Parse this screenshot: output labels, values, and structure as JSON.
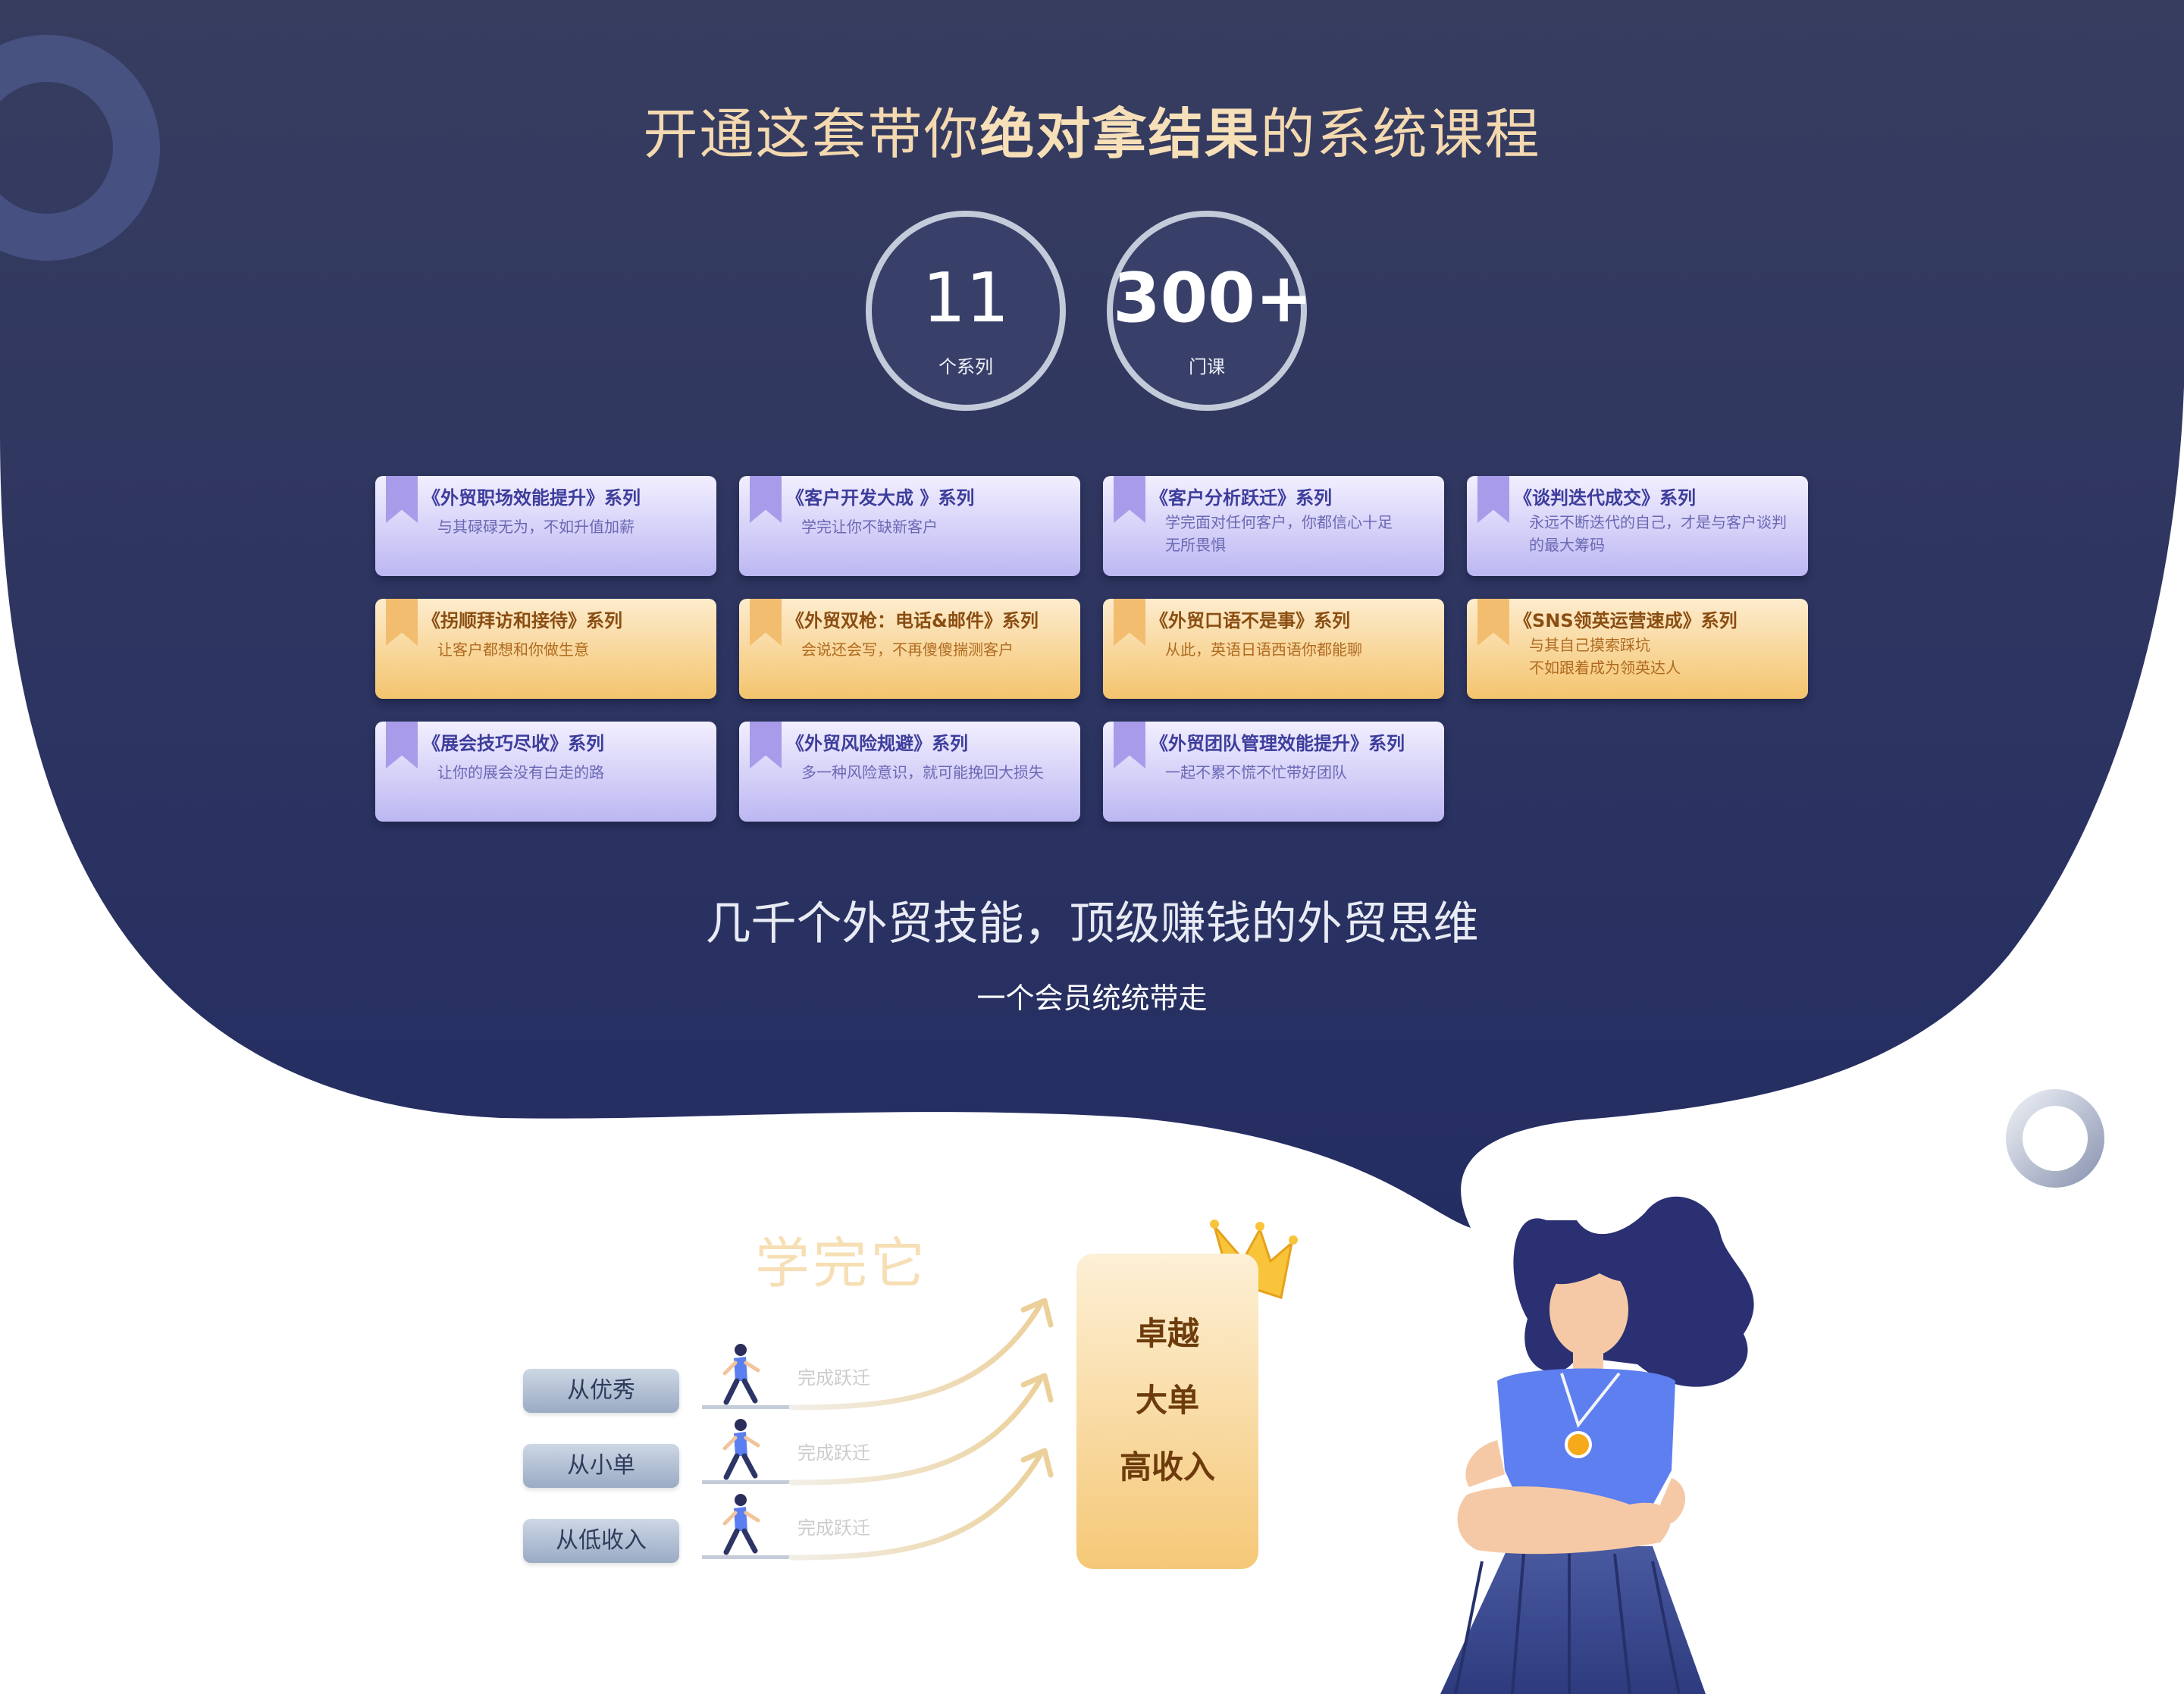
{
  "headline": {
    "part1": "开通这套带你",
    "emphasis": "绝对拿结果",
    "part2": "的系统课程"
  },
  "stats": [
    {
      "value": "11",
      "label": "个系列"
    },
    {
      "value": "300+",
      "label": "门课"
    }
  ],
  "courses": [
    {
      "title": "《外贸职场效能提升》系列",
      "line1": "与其碌碌无为，不如升值加薪",
      "line2": "",
      "theme": "purple"
    },
    {
      "title": "《客户开发大成 》系列",
      "line1": "学完让你不缺新客户",
      "line2": "",
      "theme": "purple"
    },
    {
      "title": "《客户分析跃迁》系列",
      "line1": "学完面对任何客户，你都信心十足",
      "line2": "无所畏惧",
      "theme": "purple"
    },
    {
      "title": "《谈判迭代成交》系列",
      "line1": "永远不断迭代的自己，才是与客户谈判",
      "line2": "的最大筹码",
      "theme": "purple"
    },
    {
      "title": "《拐顺拜访和接待》系列",
      "line1": "让客户都想和你做生意",
      "line2": "",
      "theme": "gold"
    },
    {
      "title": "《外贸双枪：电话&邮件》系列",
      "line1": "会说还会写，不再傻傻揣测客户",
      "line2": "",
      "theme": "gold"
    },
    {
      "title": "《外贸口语不是事》系列",
      "line1": "从此，英语日语西语你都能聊",
      "line2": "",
      "theme": "gold"
    },
    {
      "title": "《SNS领英运营速成》系列",
      "line1": "与其自己摸索踩坑",
      "line2": "不如跟着成为领英达人",
      "theme": "gold"
    },
    {
      "title": "《展会技巧尽收》系列",
      "line1": "让你的展会没有白走的路",
      "line2": "",
      "theme": "purple"
    },
    {
      "title": "《外贸风险规避》系列",
      "line1": "多一种风险意识，就可能挽回大损失",
      "line2": "",
      "theme": "purple"
    },
    {
      "title": "《外贸团队管理效能提升》系列",
      "line1": "一起不累不慌不忙带好团队",
      "line2": "",
      "theme": "purple"
    }
  ],
  "subheading": "几千个外贸技能，顶级赚钱的外贸思维",
  "subcaption": "一个会员统统带走",
  "learn": {
    "title": "学完它",
    "from": [
      "从优秀",
      "从小单",
      "从低收入"
    ],
    "step_label": "完成跃迁",
    "to": [
      "卓越",
      "大单",
      "高收入"
    ]
  },
  "colors": {
    "navy_top": "#363c5f",
    "navy_bottom": "#252f62",
    "gold_text": "#f4d9b0",
    "purple_card": "#bcb7f2",
    "gold_card": "#f4c46e"
  },
  "icons": [
    "bookmark-icon",
    "runner-icon",
    "arrow-curve-icon",
    "crown-icon",
    "ring-decoration-icon"
  ]
}
